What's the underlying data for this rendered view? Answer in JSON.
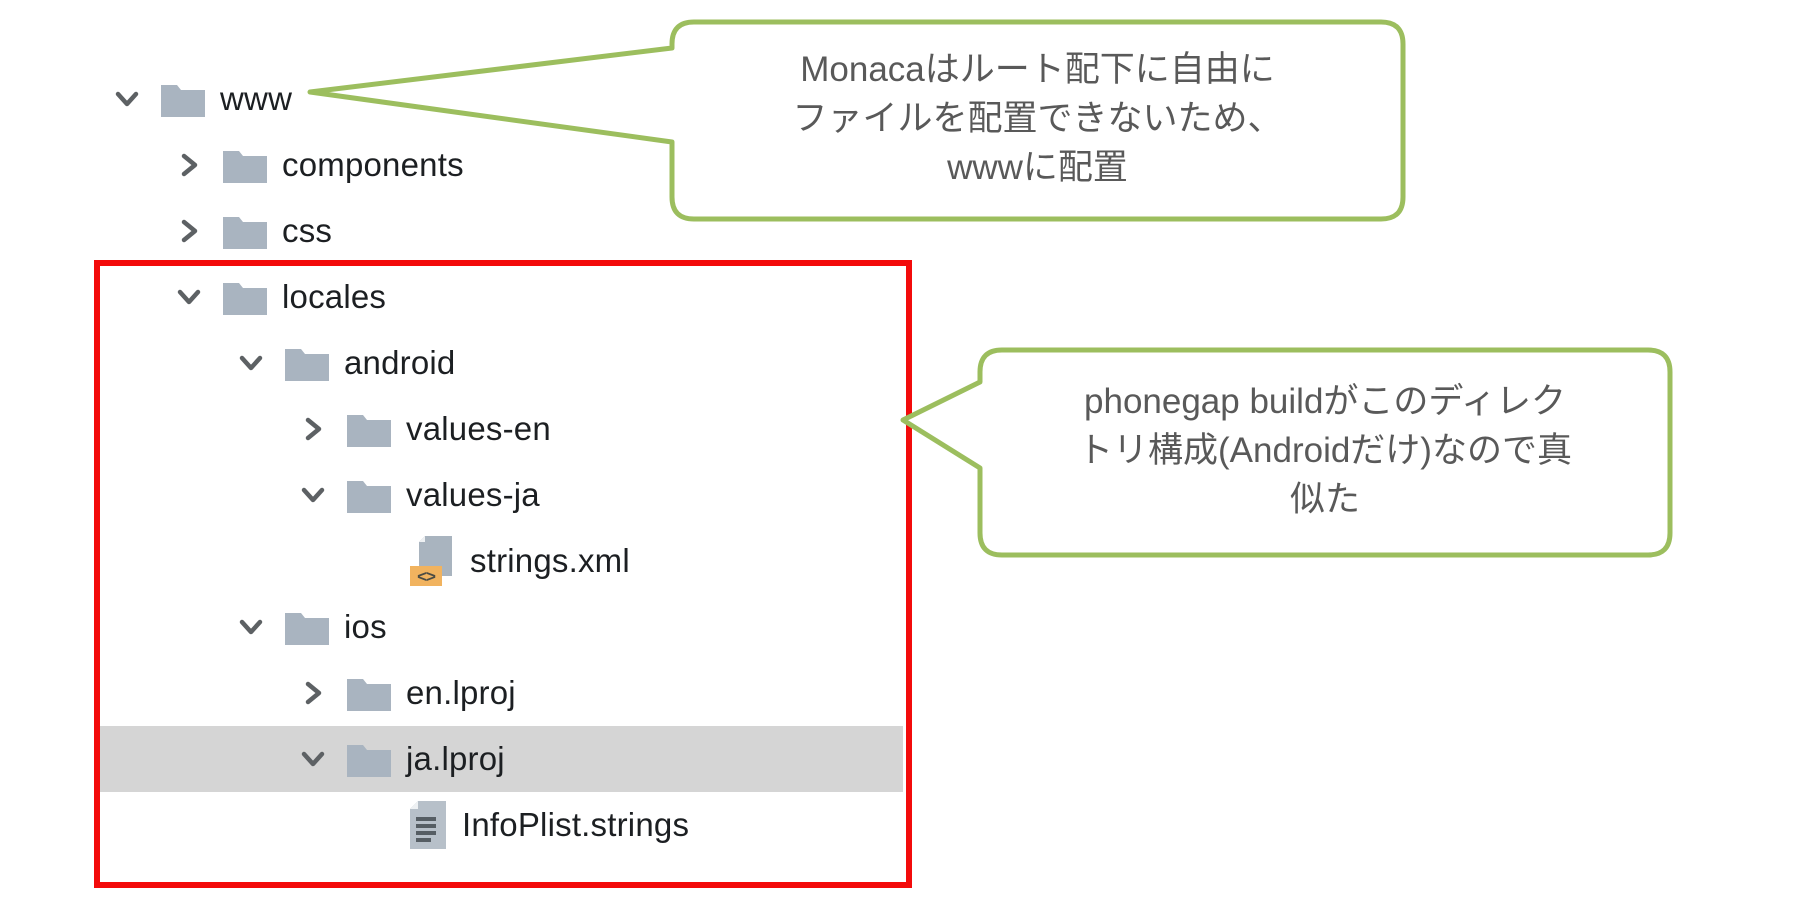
{
  "colors": {
    "accent_green": "#9cbe5e",
    "highlight_red": "#f30b0b",
    "selection_gray": "#d5d5d5",
    "bubble_text_gray": "#595959",
    "tree_text": "#1c1f22",
    "folder_gray_blue": "#a9b4c0",
    "xml_badge_orange": "#f1b35f"
  },
  "callouts": [
    {
      "target": "www",
      "lines": [
        "Monacaはルート配下に自由に",
        "ファイルを配置できないため、",
        "wwwに配置"
      ]
    },
    {
      "target": "locales-directory-structure",
      "lines": [
        "phonegap buildがこのディレク",
        "トリ構成(Androidだけ)なので真",
        "似た"
      ]
    }
  ],
  "icons": {
    "xml_badge_glyph": "<>"
  },
  "tree": {
    "items": [
      {
        "label": "www",
        "type": "folder",
        "depth": 0,
        "state": "expanded",
        "selected": false
      },
      {
        "label": "components",
        "type": "folder",
        "depth": 1,
        "state": "collapsed",
        "selected": false
      },
      {
        "label": "css",
        "type": "folder",
        "depth": 1,
        "state": "collapsed",
        "selected": false
      },
      {
        "label": "locales",
        "type": "folder",
        "depth": 1,
        "state": "expanded",
        "selected": false
      },
      {
        "label": "android",
        "type": "folder",
        "depth": 2,
        "state": "expanded",
        "selected": false
      },
      {
        "label": "values-en",
        "type": "folder",
        "depth": 3,
        "state": "collapsed",
        "selected": false
      },
      {
        "label": "values-ja",
        "type": "folder",
        "depth": 3,
        "state": "expanded",
        "selected": false
      },
      {
        "label": "strings.xml",
        "type": "file-xml",
        "depth": 4,
        "state": null,
        "selected": false
      },
      {
        "label": "ios",
        "type": "folder",
        "depth": 2,
        "state": "expanded",
        "selected": false
      },
      {
        "label": "en.lproj",
        "type": "folder",
        "depth": 3,
        "state": "collapsed",
        "selected": false
      },
      {
        "label": "ja.lproj",
        "type": "folder",
        "depth": 3,
        "state": "expanded",
        "selected": true
      },
      {
        "label": "InfoPlist.strings",
        "type": "file-text",
        "depth": 4,
        "state": null,
        "selected": false
      }
    ]
  }
}
